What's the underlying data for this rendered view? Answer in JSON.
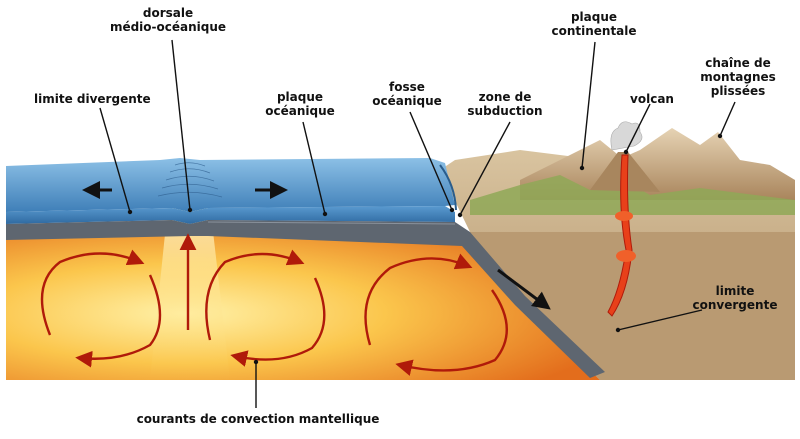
{
  "labels": {
    "dorsale": "dorsale\nmédio-océanique",
    "limite_divergente": "limite divergente",
    "plaque_oceanique": "plaque\nocéanique",
    "fosse_oceanique": "fosse\nocéanique",
    "zone_subduction": "zone de\nsubduction",
    "plaque_continentale": "plaque\ncontinentale",
    "volcan": "volcan",
    "chaine_montagnes": "chaîne de\nmontagnes\nplissées",
    "limite_convergente": "limite\nconvergente",
    "courants_convection": "courants de convection mantellique"
  },
  "colors": {
    "ocean": "#4f8fc4",
    "ocean_light": "#8cc0e6",
    "mantle_core": "#fde07a",
    "mantle_edge": "#e8781e",
    "crust": "#5e6670",
    "continent": "#c8ad86",
    "mountain": "#b89874",
    "arrows": "#b01a0a",
    "magma": "#e8401a"
  }
}
